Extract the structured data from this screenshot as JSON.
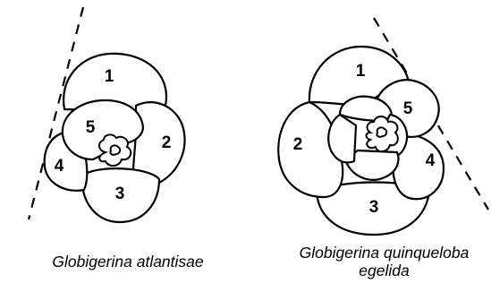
{
  "specimens": [
    {
      "name": "Globigerina atlantisae",
      "chamber_labels": [
        "1",
        "2",
        "3",
        "4",
        "5"
      ]
    },
    {
      "name_line1": "Globigerina quinqueloba",
      "name_line2": "egelida",
      "chamber_labels": [
        "1",
        "2",
        "3",
        "4",
        "5"
      ]
    }
  ],
  "colors": {
    "line": "#000000",
    "background": "#ffffff"
  }
}
